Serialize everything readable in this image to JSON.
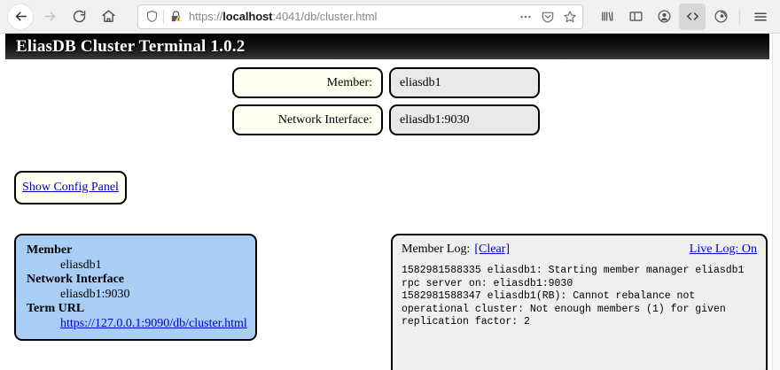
{
  "browser": {
    "nav": {
      "back": "back-arrow",
      "forward": "forward-arrow",
      "reload": "reload-arrow",
      "home": "home-house"
    },
    "url_bar": {
      "shield_icon": "shield-icon",
      "lock_icon": "lock-warning-icon",
      "url_protocol": "https://",
      "url_host": "localhost",
      "url_rest": ":4041/db/cluster.html",
      "url_full": "https://localhost:4041/db/cluster.html",
      "page_actions_icon": "ellipsis-icon",
      "pocket_icon": "pocket-save-icon",
      "bookmark_icon": "star-icon"
    },
    "toolbar": [
      {
        "name": "library-icon",
        "active": false
      },
      {
        "name": "sidebar-icon",
        "active": false
      },
      {
        "name": "account-icon",
        "active": false
      },
      {
        "name": "developer-tools-icon",
        "active": true
      },
      {
        "name": "pocket-icon",
        "active": false
      },
      {
        "name": "hamburger-menu-icon",
        "active": false
      }
    ]
  },
  "app": {
    "title": "EliasDB Cluster Terminal 1.0.2",
    "form": [
      {
        "label": "Member:",
        "value": "eliasdb1"
      },
      {
        "label": "Network Interface:",
        "value": "eliasdb1:9030"
      }
    ],
    "config_button": {
      "label": "Show Config Panel"
    },
    "info_panel": {
      "rows": [
        {
          "key": "Member",
          "value": "eliasdb1",
          "is_link": false
        },
        {
          "key": "Network Interface",
          "value": "eliasdb1:9030",
          "is_link": false
        },
        {
          "key": "Term URL",
          "value": "https://127.0.0.1:9090/db/cluster.html",
          "is_link": true
        }
      ]
    },
    "log_panel": {
      "title": "Member Log:",
      "clear_label": "[Clear]",
      "live_log_label": "Live Log: On",
      "entries": "1582981588335 eliasdb1: Starting member manager eliasdb1 rpc server on: eliasdb1:9030\n1582981588347 eliasdb1(RB): Cannot rebalance not operational cluster: Not enough members (1) for given replication factor: 2"
    }
  },
  "colors": {
    "header_gradient_top": "#000000",
    "header_gradient_bottom": "#404040",
    "label_bg": "#fffff0",
    "value_bg": "#e9e9e9",
    "info_panel_bg": "#a9cef5",
    "log_panel_bg": "#efefef",
    "link": "#0000cc",
    "border": "#000000"
  }
}
